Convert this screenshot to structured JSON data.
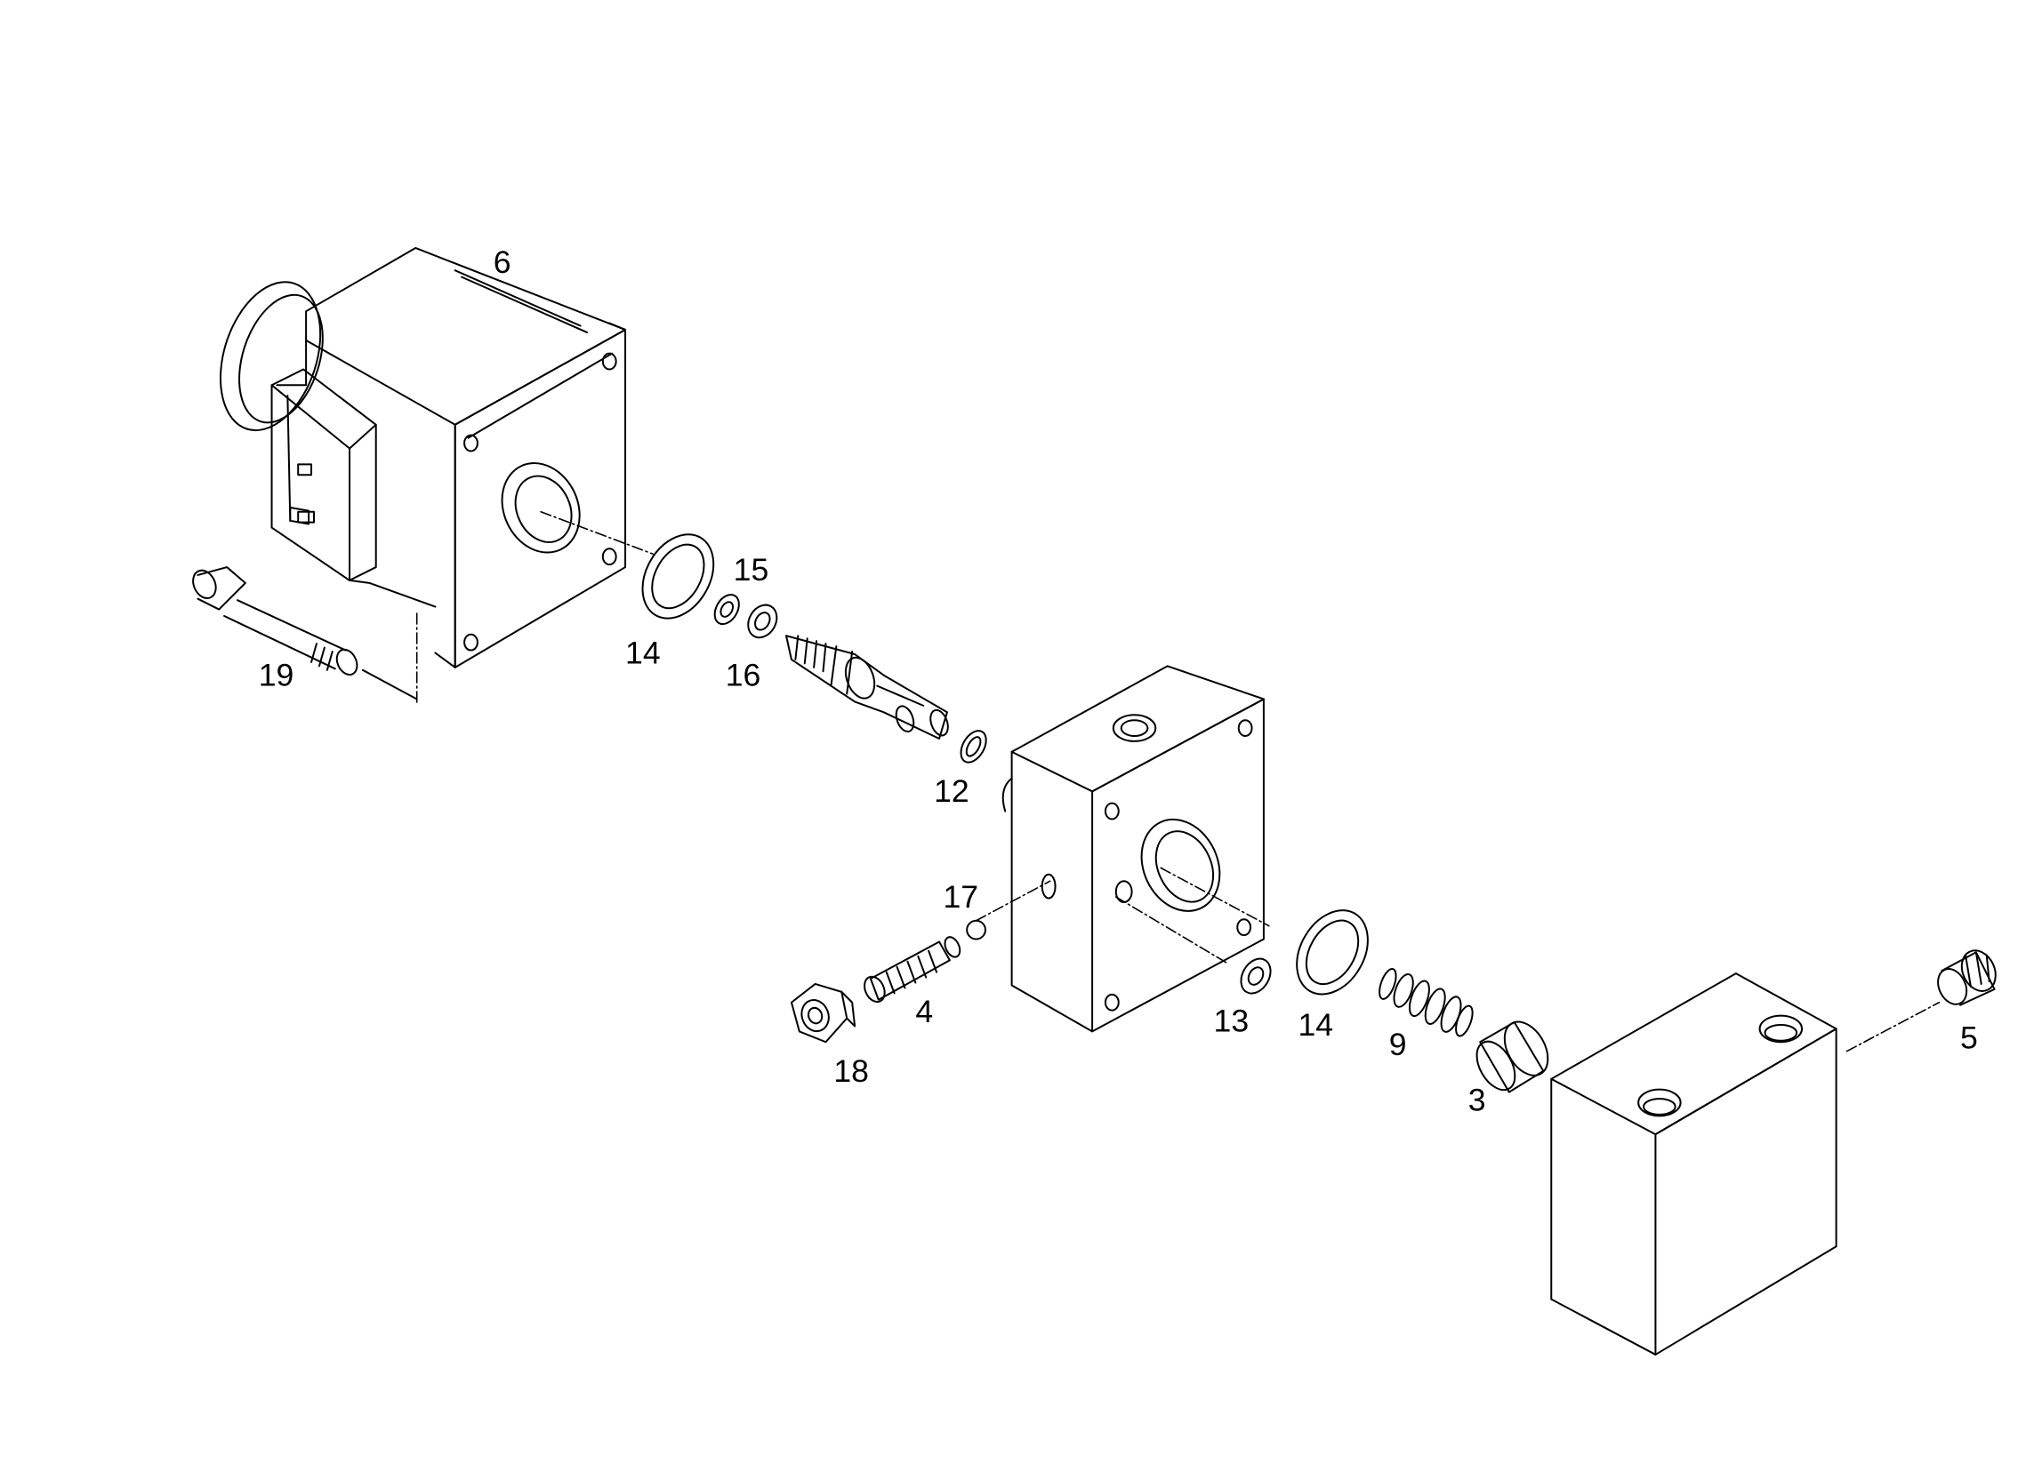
{
  "diagram": {
    "colors": {
      "line": "#000000",
      "background": "#ffffff"
    },
    "callouts": [
      {
        "id": "c6",
        "label": "6"
      },
      {
        "id": "c15",
        "label": "15"
      },
      {
        "id": "c14a",
        "label": "14"
      },
      {
        "id": "c16",
        "label": "16"
      },
      {
        "id": "c19",
        "label": "19"
      },
      {
        "id": "c12",
        "label": "12"
      },
      {
        "id": "c17",
        "label": "17"
      },
      {
        "id": "c4",
        "label": "4"
      },
      {
        "id": "c18",
        "label": "18"
      },
      {
        "id": "c13",
        "label": "13"
      },
      {
        "id": "c14b",
        "label": "14"
      },
      {
        "id": "c9",
        "label": "9"
      },
      {
        "id": "c3",
        "label": "3"
      },
      {
        "id": "c5",
        "label": "5"
      }
    ]
  }
}
